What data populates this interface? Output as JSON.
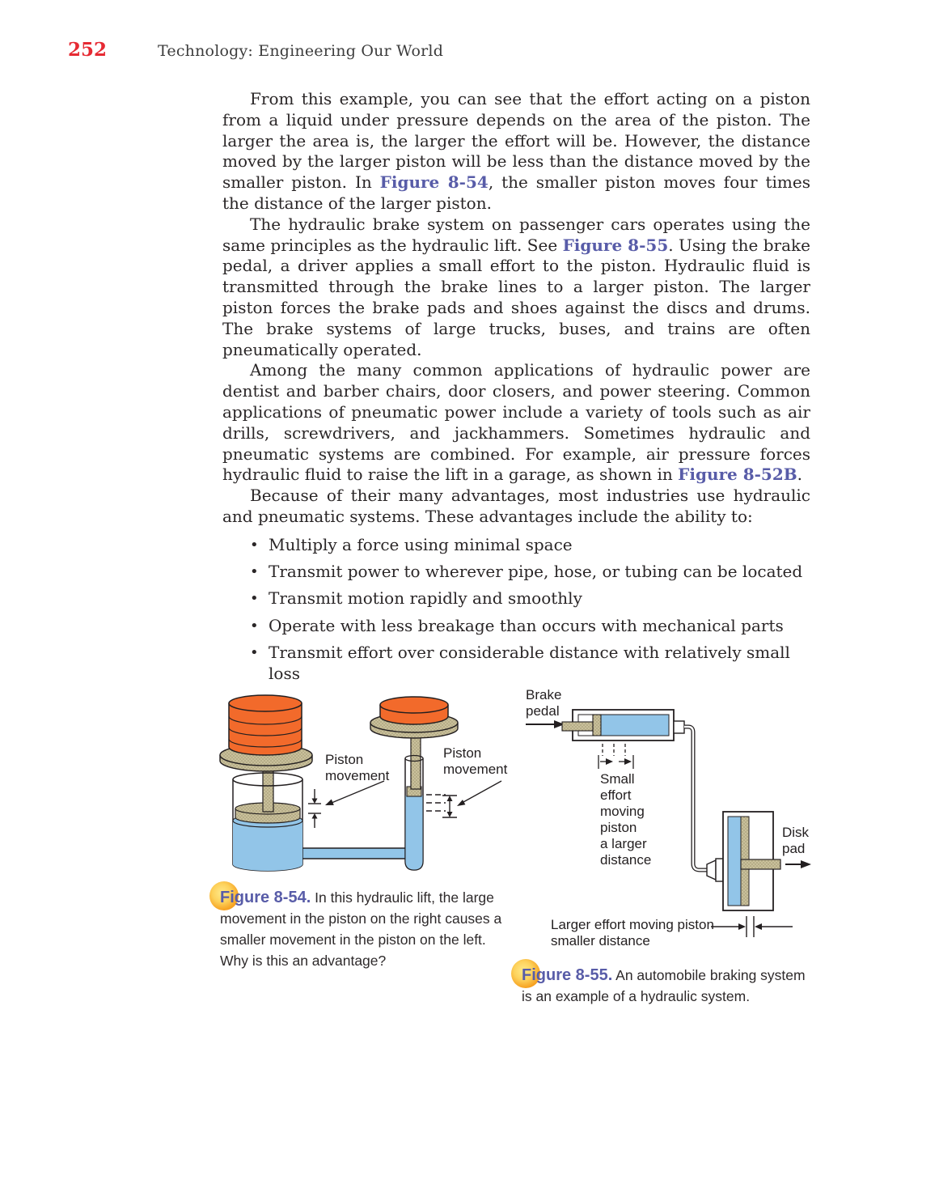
{
  "header": {
    "page_number": "252",
    "running_title": "Technology: Engineering Our World"
  },
  "colors": {
    "page_number_red": "#e62a33",
    "figure_reference_purple": "#585ca8",
    "diagram_orange": "#f26a2b",
    "diagram_fluid_blue": "#92c5e8",
    "diagram_tan": "#c9c09b",
    "diagram_outline": "#231f20",
    "caption_ball_orange": "#f6a01f"
  },
  "body": {
    "paragraphs": [
      {
        "segments": [
          {
            "text": "From this example, you can see that the effort acting on a piston from a liquid under pressure depends on the area of the piston. The larger the area is, the larger the effort will be. However, the distance moved by the larger piston will be less than the distance moved by the smaller piston. In "
          },
          {
            "text": "Figure 8-54",
            "type": "figref"
          },
          {
            "text": ", the smaller piston moves four times the distance of the larger piston."
          }
        ]
      },
      {
        "segments": [
          {
            "text": "The hydraulic brake system on passenger cars operates using the same principles as the hydraulic lift. See "
          },
          {
            "text": "Figure 8-55",
            "type": "figref"
          },
          {
            "text": ". Using the brake pedal, a driver applies a small effort to the piston. Hydraulic fluid is transmitted through the brake lines to a larger piston. The larger piston forces the brake pads and shoes against the discs and drums. The brake systems of large trucks, buses, and trains are often pneumatically operated."
          }
        ]
      },
      {
        "segments": [
          {
            "text": "Among the many common applications of hydraulic power are dentist and barber chairs, door closers, and power steering. Common applications of pneumatic power include a variety of tools such as air drills, screwdrivers, and jackhammers. Sometimes hydraulic and pneumatic systems are combined. For example, air pressure forces hydraulic fluid to raise the lift in a garage, as shown in "
          },
          {
            "text": "Figure 8-52B",
            "type": "figref"
          },
          {
            "text": "."
          }
        ]
      },
      {
        "segments": [
          {
            "text": "Because of their many advantages, most industries use hydraulic and pneumatic systems. These advantages include the ability to:"
          }
        ]
      }
    ],
    "bullets": [
      "Multiply a force using minimal space",
      "Transmit power to wherever pipe, hose, or tubing can be located",
      "Transmit motion rapidly and smoothly",
      "Operate with less breakage than occurs with mechanical parts",
      "Transmit effort over considerable distance with relatively small loss"
    ]
  },
  "figure54": {
    "labels": {
      "piston_movement_left": "Piston\nmovement",
      "piston_movement_right": "Piston\nmovement"
    },
    "caption": {
      "label": "Figure 8-54.",
      "text": " In this hydraulic lift, the large movement in the piston on the right causes a smaller movement in the piston on the left. Why is this an advantage?"
    }
  },
  "figure55": {
    "labels": {
      "brake_pedal": "Brake\npedal",
      "small_effort": "Small\neffort\nmoving\npiston\na larger\ndistance",
      "disk_pad": "Disk\npad",
      "larger_effort": "Larger effort moving piston\nsmaller distance"
    },
    "caption": {
      "label": "Figure 8-55.",
      "text": " An automobile braking system is an example of a hydraulic system."
    }
  }
}
